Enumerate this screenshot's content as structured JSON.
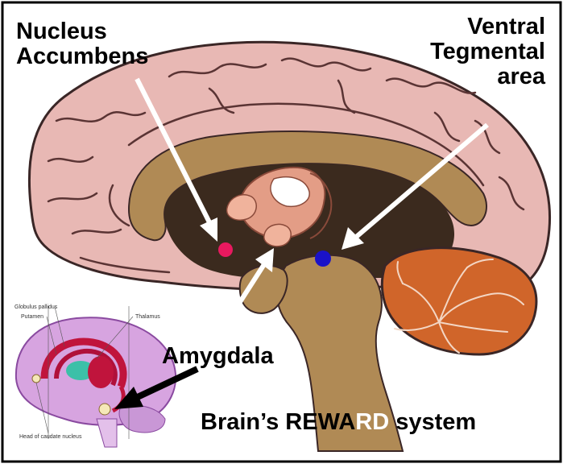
{
  "labels": {
    "nucleus_line1": "Nucleus",
    "nucleus_line2": "Accumbens",
    "vta_line1": "Ventral",
    "vta_line2": "Tegmental",
    "vta_line3": "area",
    "amygdala": "Amygdala",
    "title_part1": "Brain’s REWA",
    "title_part2": "RD",
    "title_part3": " system"
  },
  "inset_labels": {
    "globulus_pallidus": "Globulus pallidus",
    "putamen": "Putamen",
    "thalamus": "Thalamus",
    "head_of_caudate": "Head of caudate nucleus"
  },
  "colors": {
    "brain_pink": "#e8b8b4",
    "brain_outline": "#3a2626",
    "ventricle_tan": "#b08a55",
    "ventricle_dark": "#3b2a1e",
    "cerebellum": "#d0652a",
    "nucleus_dot": "#e8195f",
    "vta_dot": "#1a12c8",
    "arrow": "#ffffff",
    "inset_arrow": "#000000"
  }
}
